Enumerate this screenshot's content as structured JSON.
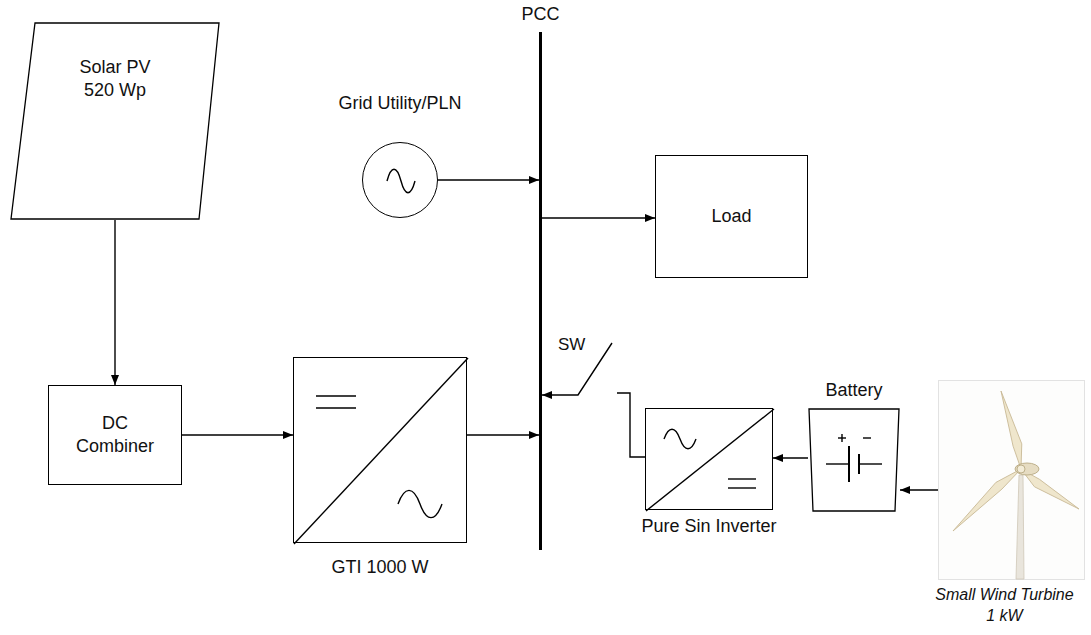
{
  "diagram": {
    "nodes": [
      {
        "text": [
          "Solar PV 520 Wp"
        ]
      },
      {
        "text": [
          "DC Combiner"
        ]
      },
      {
        "text": [
          "GTI 1000 W"
        ]
      },
      {
        "text": [
          "Grid Utility/PLN"
        ]
      },
      {
        "text": [
          "PCC"
        ]
      },
      {
        "text": [
          "Load"
        ]
      },
      {
        "text": [
          "Pure Sin Inverter"
        ]
      },
      {
        "text": [
          "Battery"
        ]
      },
      {
        "text": [
          "Small Wind Turbine 1 kW"
        ]
      }
    ],
    "edges": [
      {
        "from": 0,
        "to": 1,
        "arrow": "to"
      },
      {
        "from": 1,
        "to": 2,
        "arrow": "to"
      },
      {
        "from": 2,
        "to": 4,
        "arrow": "to"
      },
      {
        "from": 3,
        "to": 4,
        "arrow": "to"
      },
      {
        "from": 4,
        "to": 5,
        "arrow": "to"
      },
      {
        "from": 6,
        "to": 4,
        "label": "SW",
        "arrow": "to"
      },
      {
        "from": 7,
        "to": 6,
        "arrow": "to"
      },
      {
        "from": 8,
        "to": 7,
        "arrow": "to"
      }
    ]
  }
}
